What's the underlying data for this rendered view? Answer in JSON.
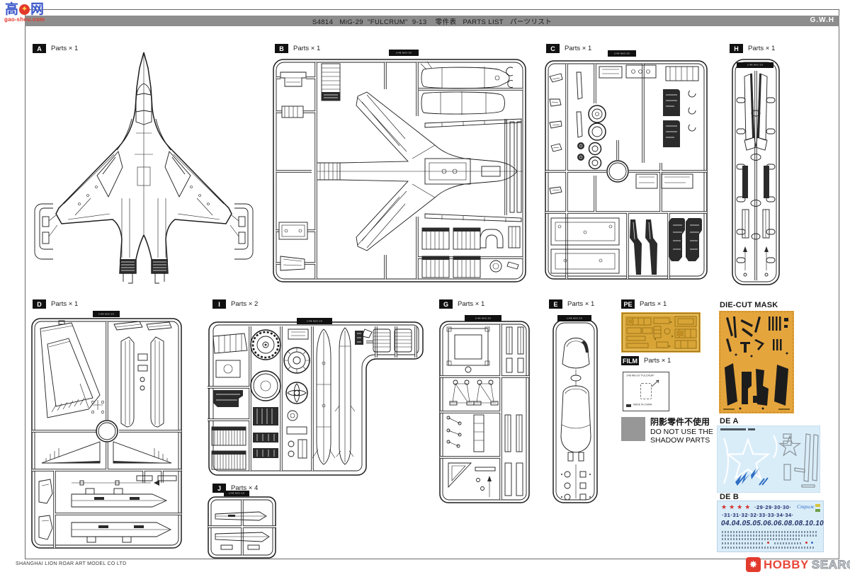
{
  "header": {
    "title": "S4814   MiG-29  \"FULCRUM\"  9-13    零件表   PARTS LIST   パーツリスト",
    "brand": "G.W.H"
  },
  "panels": {
    "a": {
      "letter": "A",
      "qty": "Parts × 1"
    },
    "b": {
      "letter": "B",
      "qty": "Parts × 1"
    },
    "c": {
      "letter": "C",
      "qty": "Parts × 1"
    },
    "h": {
      "letter": "H",
      "qty": "Parts × 1"
    },
    "d": {
      "letter": "D",
      "qty": "Parts × 1"
    },
    "i": {
      "letter": "I",
      "qty": "Parts × 2"
    },
    "g": {
      "letter": "G",
      "qty": "Parts × 1"
    },
    "e": {
      "letter": "E",
      "qty": "Parts × 1"
    },
    "pe": {
      "letter": "PE",
      "qty": "Parts × 1"
    },
    "film": {
      "letter": "FILM",
      "qty": "Parts × 1"
    },
    "j": {
      "letter": "J",
      "qty": "Parts × 4"
    }
  },
  "sprue_tab": "1/48 MiG-29",
  "film_box": {
    "title": "1/48 MiG-29 \"FULCRUM\"",
    "made": "MADE IN CHINA"
  },
  "shadow_note": {
    "cn": "阴影零件不使用",
    "en1": "DO NOT USE THE",
    "en2": "SHADOW PARTS"
  },
  "mask": {
    "label": "DIE-CUT MASK"
  },
  "decals": {
    "a_label": "DE A",
    "b_label": "DE B",
    "b_stars": "★★★★",
    "b_row1": "·29·29·30·30·",
    "b_script": "Стриж",
    "b_row2": "·31·31·32·32·33·33·34·34·",
    "b_row3": "04.04.05.05.06.06.08.08.10.10"
  },
  "colors": {
    "mask_sheet": "#e5a53d",
    "pe_fret": "#d8a436",
    "decal_sheet": "#d9edf9",
    "titlebar": "#8d8d8d"
  },
  "footer": {
    "company": "SHANGHAI LION ROAR ART MODEL CO LTD"
  },
  "watermark_gaoshou": {
    "left_char": "高",
    "right_char": "网",
    "icon": "✦",
    "domain": "gao-shou.com"
  },
  "watermark_hobby": {
    "word1": "HOBBY",
    "word2": "SEARCH",
    "icon": "✸"
  }
}
